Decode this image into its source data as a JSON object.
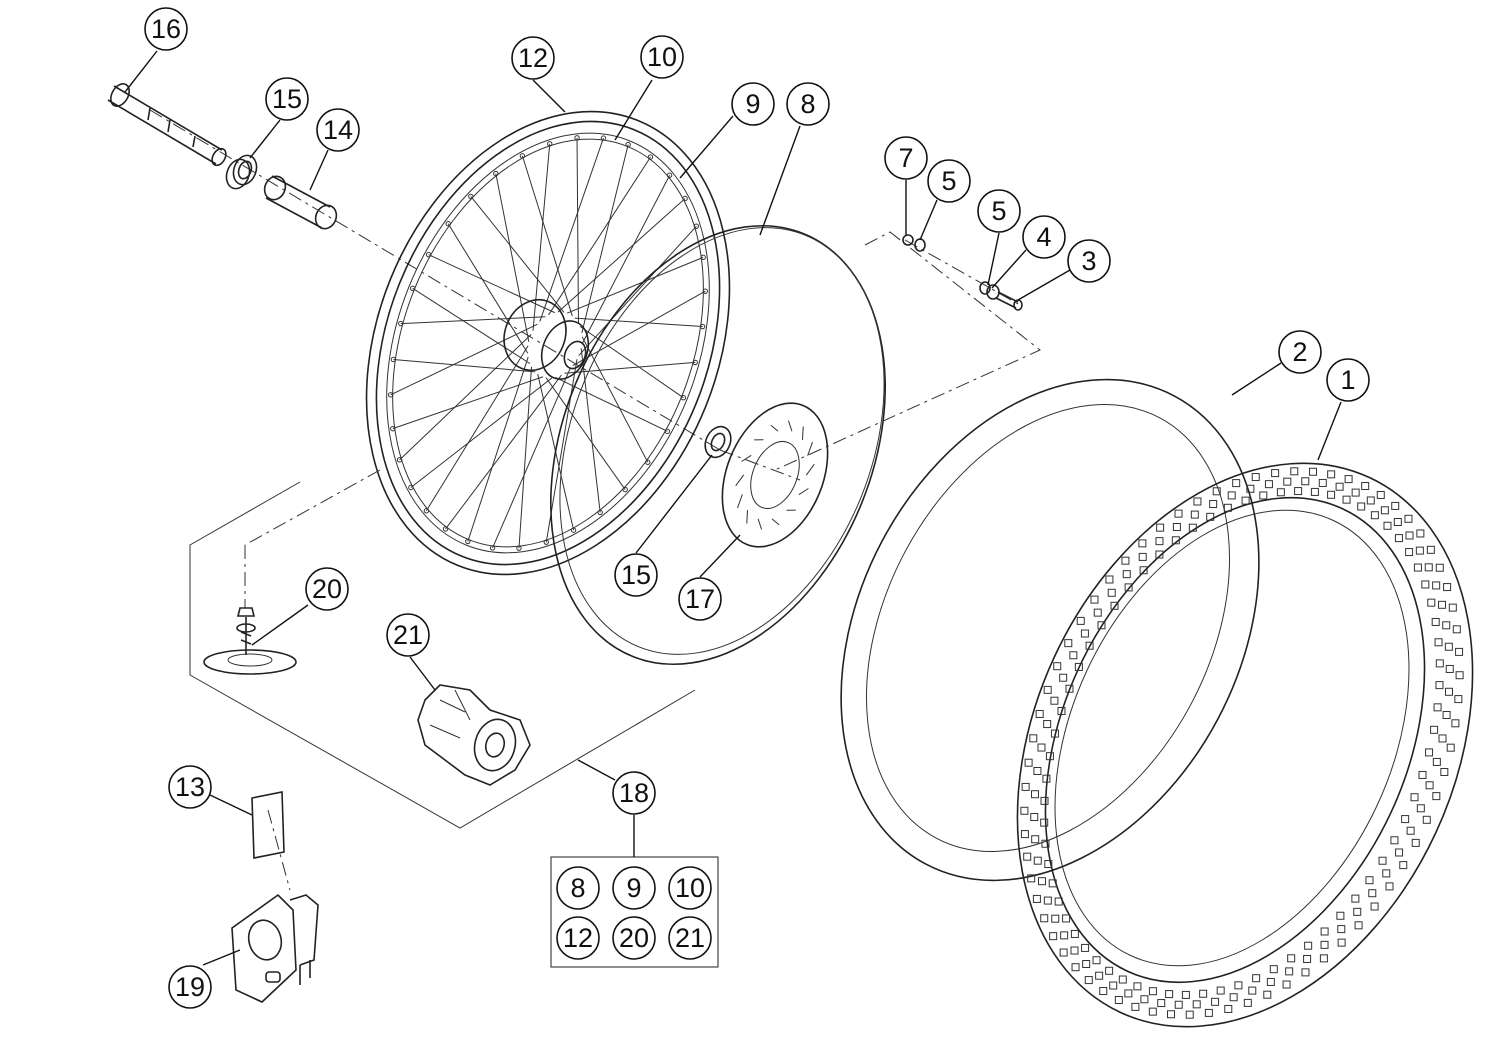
{
  "callouts": {
    "c1": "1",
    "c2": "2",
    "c3": "3",
    "c4": "4",
    "c5a": "5",
    "c5b": "5",
    "c7": "7",
    "c8": "8",
    "c9": "9",
    "c10": "10",
    "c12": "12",
    "c13": "13",
    "c14": "14",
    "c15a": "15",
    "c15b": "15",
    "c16": "16",
    "c17": "17",
    "c18": "18",
    "c19": "19",
    "c20": "20",
    "c21": "21"
  },
  "kit_box": {
    "items": [
      "8",
      "9",
      "10",
      "12",
      "20",
      "21"
    ]
  }
}
